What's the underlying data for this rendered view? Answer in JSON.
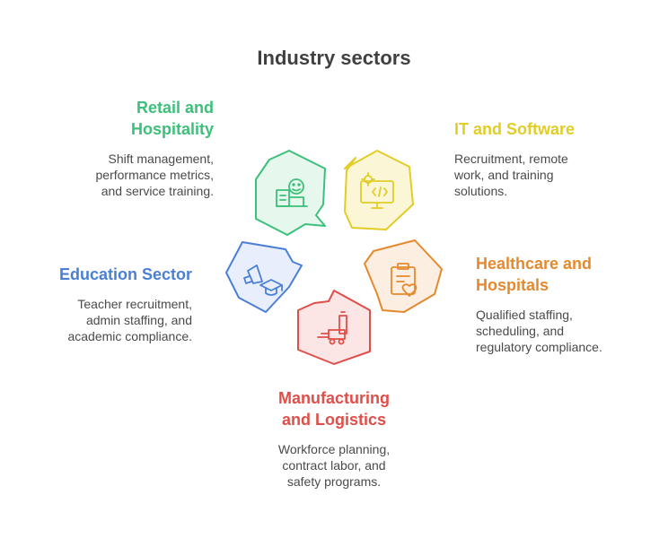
{
  "title": "Industry sectors",
  "sectors": [
    {
      "key": "retail",
      "title": "Retail and Hospitality",
      "title_lines": [
        "Retail and",
        "Hospitality"
      ],
      "description_lines": [
        "Shift management,",
        "performance metrics,",
        "and service training."
      ],
      "color": "#3cc07a",
      "fill": "#e6f7ee",
      "icon": "building-smiley-icon"
    },
    {
      "key": "it",
      "title": "IT and Software",
      "title_lines": [
        "IT and Software"
      ],
      "description_lines": [
        "Recruitment, remote",
        "work, and training",
        "solutions."
      ],
      "color": "#e2cc26",
      "fill": "#fbf7d6",
      "icon": "monitor-code-gear-icon"
    },
    {
      "key": "education",
      "title": "Education Sector",
      "title_lines": [
        "Education Sector"
      ],
      "description_lines": [
        "Teacher recruitment,",
        "admin staffing, and",
        "academic compliance."
      ],
      "color": "#4a7fd6",
      "fill": "#e8eefb",
      "icon": "megaphone-graduation-cap-icon"
    },
    {
      "key": "healthcare",
      "title": "Healthcare and Hospitals",
      "title_lines": [
        "Healthcare and",
        "Hospitals"
      ],
      "description_lines": [
        "Qualified staffing,",
        "scheduling, and",
        "regulatory compliance."
      ],
      "color": "#e5892e",
      "fill": "#fcefe2",
      "icon": "clipboard-heart-icon"
    },
    {
      "key": "manufacturing",
      "title": "Manufacturing and Logistics",
      "title_lines": [
        "Manufacturing",
        "and Logistics"
      ],
      "description_lines": [
        "Workforce planning,",
        "contract labor, and",
        "safety programs."
      ],
      "color": "#e04e4a",
      "fill": "#fbe6e5",
      "icon": "forklift-icon"
    }
  ]
}
